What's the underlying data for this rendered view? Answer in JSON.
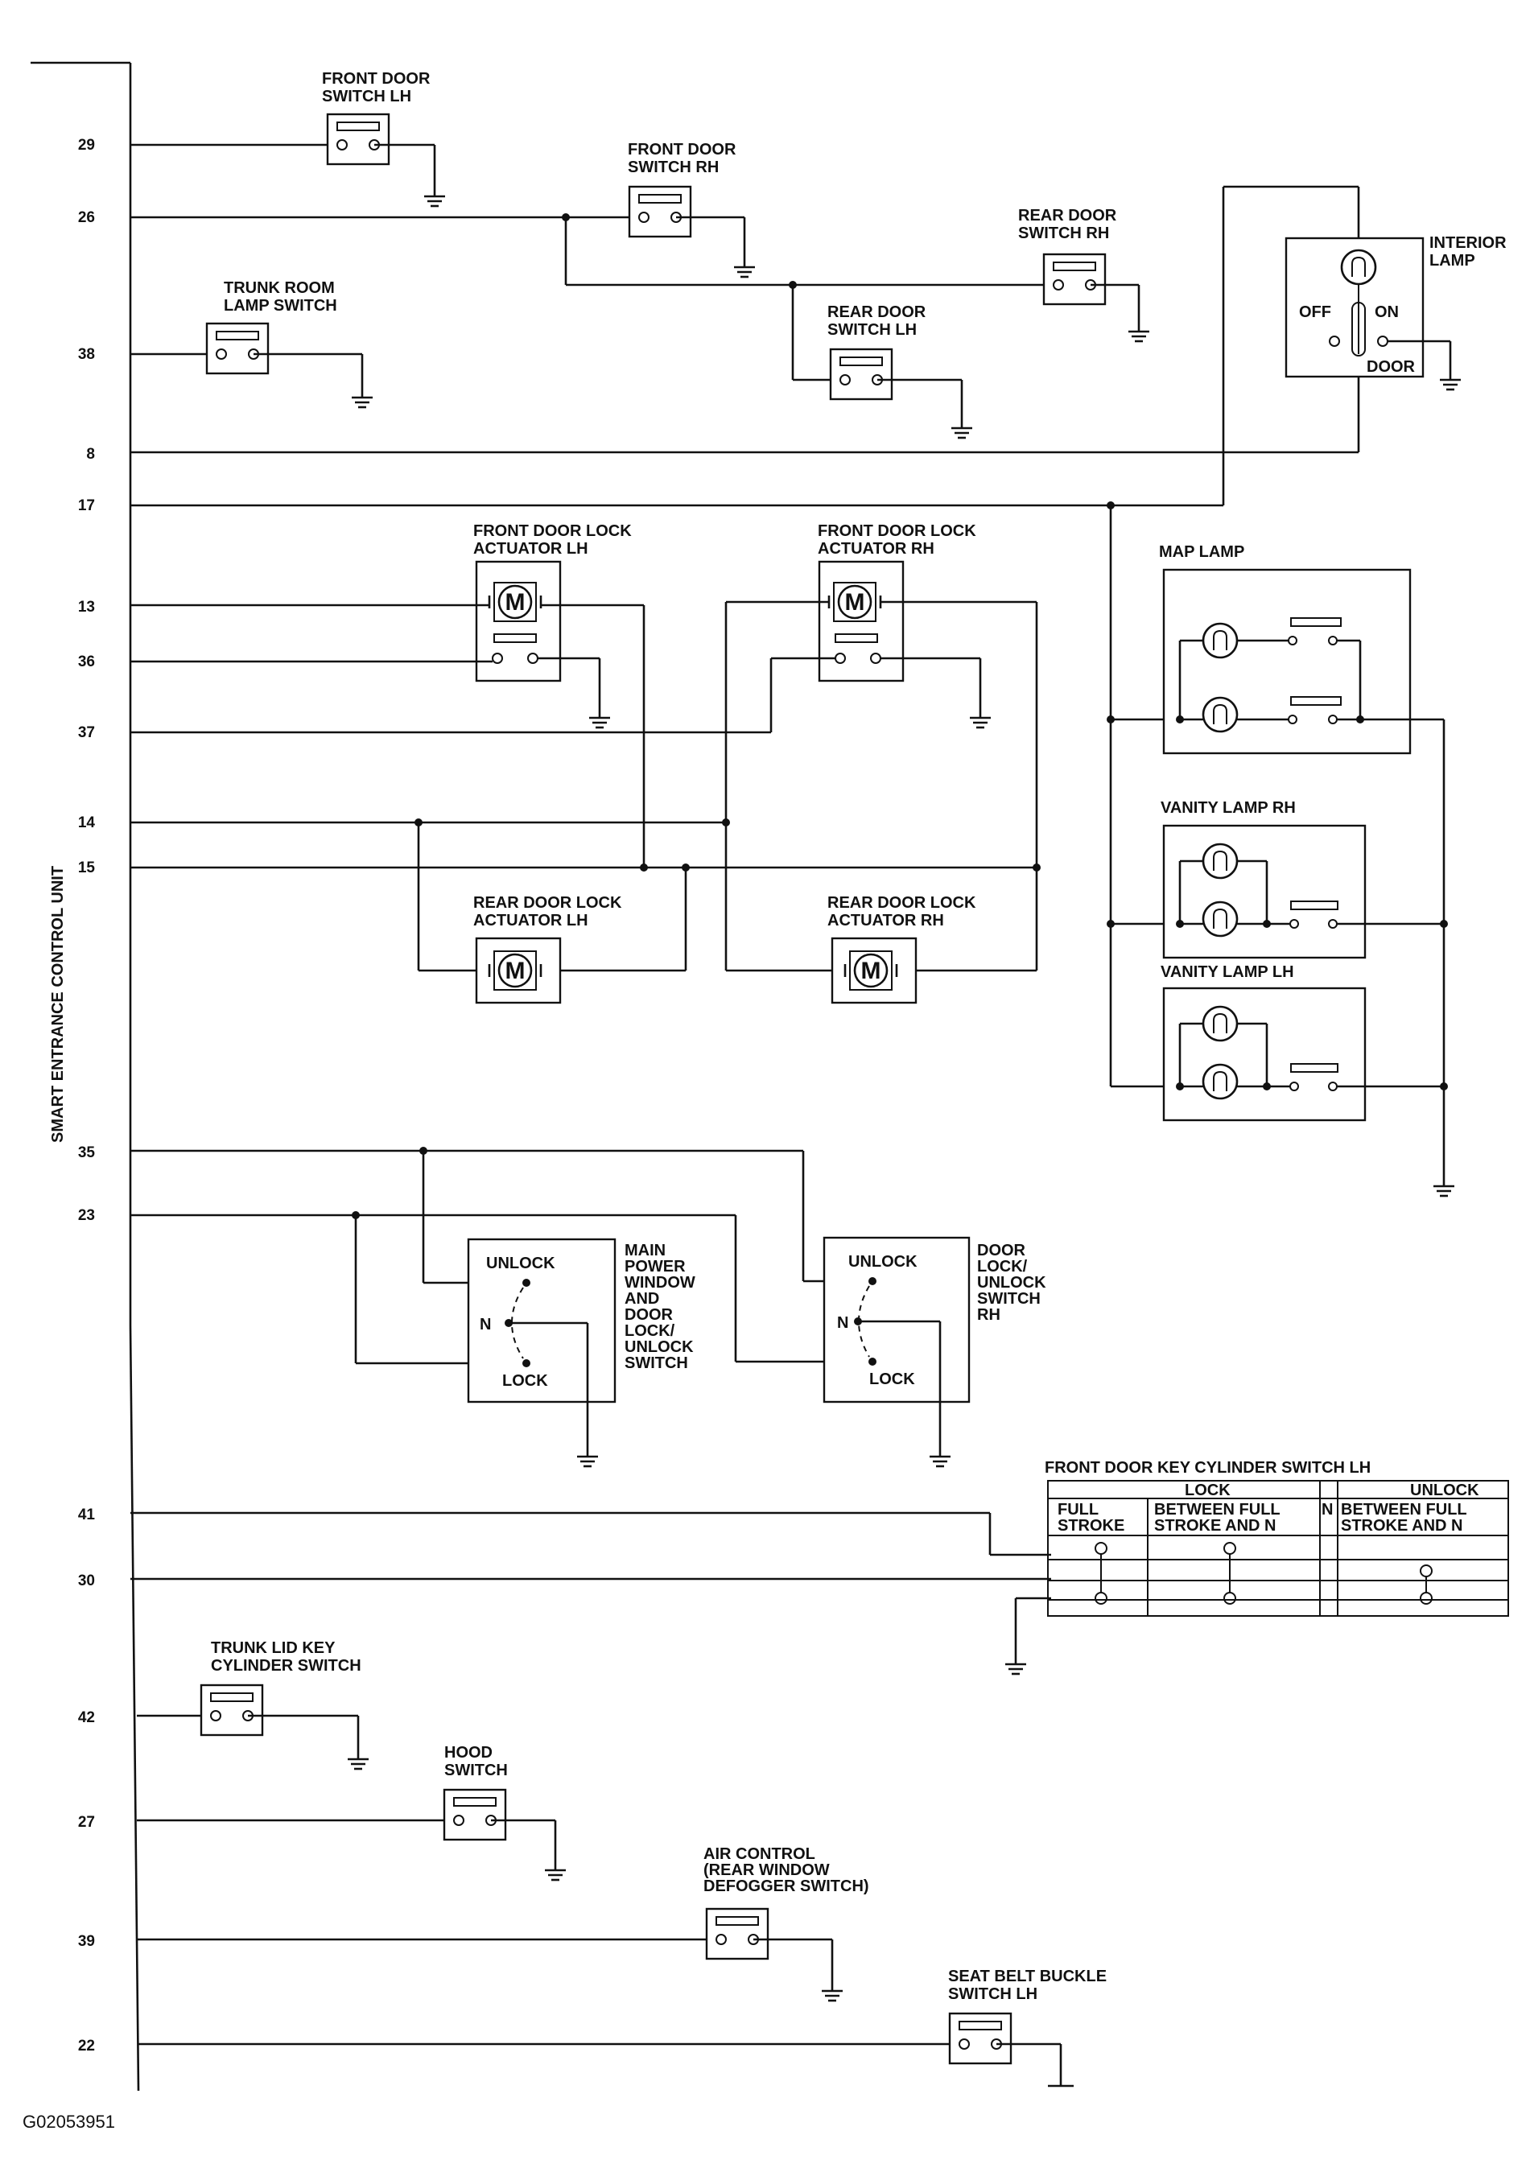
{
  "unit_label": "SMART ENTRANCE CONTROL UNIT",
  "figure_code": "G02053951",
  "pins": [
    "29",
    "26",
    "38",
    "8",
    "17",
    "13",
    "36",
    "37",
    "14",
    "15",
    "35",
    "23",
    "41",
    "30",
    "42",
    "27",
    "39",
    "22"
  ],
  "components": {
    "front_door_switch_lh": [
      "FRONT DOOR",
      "SWITCH LH"
    ],
    "front_door_switch_rh": [
      "FRONT DOOR",
      "SWITCH RH"
    ],
    "rear_door_switch_rh": [
      "REAR DOOR",
      "SWITCH RH"
    ],
    "rear_door_switch_lh": [
      "REAR DOOR",
      "SWITCH LH"
    ],
    "trunk_room_lamp_switch": [
      "TRUNK ROOM",
      "LAMP SWITCH"
    ],
    "interior_lamp": [
      "INTERIOR",
      "LAMP"
    ],
    "interior_lamp_positions": {
      "off": "OFF",
      "on": "ON",
      "door": "DOOR"
    },
    "front_door_lock_actuator_lh": [
      "FRONT DOOR LOCK",
      "ACTUATOR LH"
    ],
    "front_door_lock_actuator_rh": [
      "FRONT DOOR LOCK",
      "ACTUATOR RH"
    ],
    "rear_door_lock_actuator_lh": [
      "REAR DOOR LOCK",
      "ACTUATOR LH"
    ],
    "rear_door_lock_actuator_rh": [
      "REAR DOOR LOCK",
      "ACTUATOR RH"
    ],
    "motor_letter": "M",
    "map_lamp": "MAP LAMP",
    "vanity_lamp_rh": "VANITY LAMP RH",
    "vanity_lamp_lh": "VANITY LAMP LH",
    "main_power_window_switch": [
      "MAIN",
      "POWER",
      "WINDOW",
      "AND",
      "DOOR",
      "LOCK/",
      "UNLOCK",
      "SWITCH"
    ],
    "door_lock_unlock_switch_rh": [
      "DOOR",
      "LOCK/",
      "UNLOCK",
      "SWITCH",
      "RH"
    ],
    "switch_positions": {
      "unlock": "UNLOCK",
      "neutral": "N",
      "lock": "LOCK"
    },
    "key_cylinder_switch": {
      "title": "FRONT DOOR KEY CYLINDER SWITCH LH",
      "lock": "LOCK",
      "unlock": "UNLOCK",
      "full_stroke": [
        "FULL",
        "STROKE"
      ],
      "between_lock": [
        "BETWEEN FULL",
        "STROKE AND N"
      ],
      "neutral": "N",
      "between_unlock": [
        "BETWEEN FULL",
        "STROKE AND N"
      ]
    },
    "trunk_lid_key_cylinder_switch": [
      "TRUNK LID KEY",
      "CYLINDER SWITCH"
    ],
    "hood_switch": [
      "HOOD",
      "SWITCH"
    ],
    "air_control": [
      "AIR CONTROL",
      "(REAR WINDOW",
      "DEFOGGER SWITCH)"
    ],
    "seat_belt_buckle_switch": [
      "SEAT BELT BUCKLE",
      "SWITCH LH"
    ]
  }
}
